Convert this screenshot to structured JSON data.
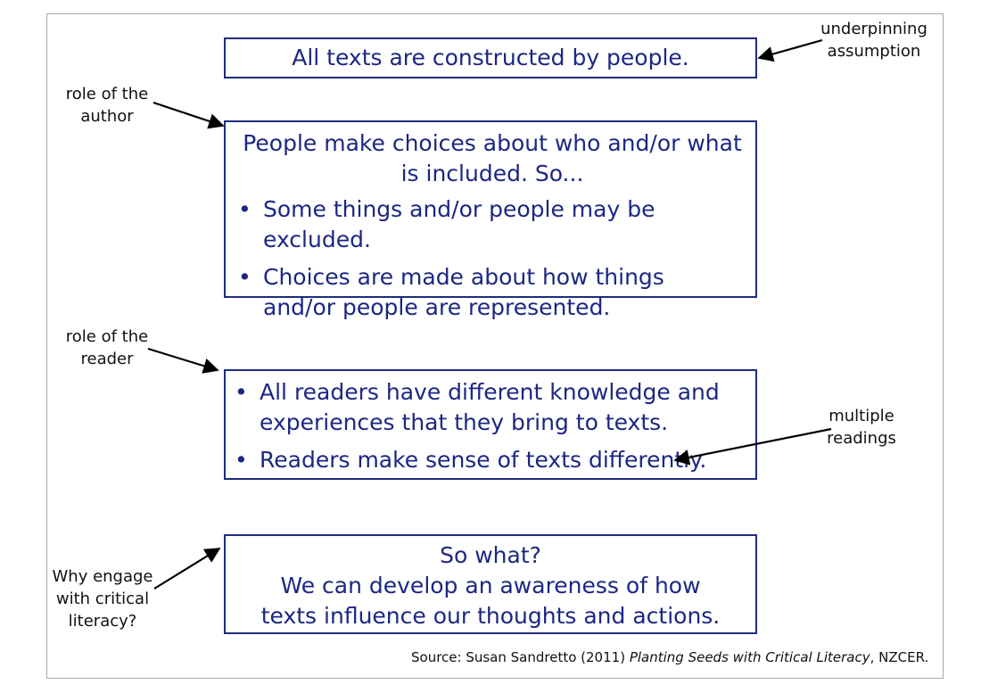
{
  "box1": {
    "text": "All texts are constructed by people."
  },
  "box2": {
    "intro": "People make choices about who and/or what is included.  So...",
    "bullets": [
      "Some things and/or people may be excluded.",
      "Choices are made about how things and/or people are represented."
    ]
  },
  "box3": {
    "bullets": [
      "All readers have different knowledge and experiences that they bring to texts.",
      "Readers make sense of texts differently."
    ]
  },
  "box4": {
    "line1": "So what?",
    "line2": "We can develop an awareness of how texts influence our thoughts and actions."
  },
  "annotations": {
    "underpinning": "underpinning assumption",
    "author": "role of the author",
    "reader": "role of the reader",
    "multiple": "multiple readings",
    "why": "Why engage with critical literacy?"
  },
  "source": {
    "prefix": "Source:  Susan Sandretto (2011) ",
    "title": "Planting Seeds with Critical Literacy",
    "suffix": ", NZCER."
  },
  "colors": {
    "box_text": "#1c2783",
    "box_border": "#1f2c7c",
    "bullet": "•"
  }
}
